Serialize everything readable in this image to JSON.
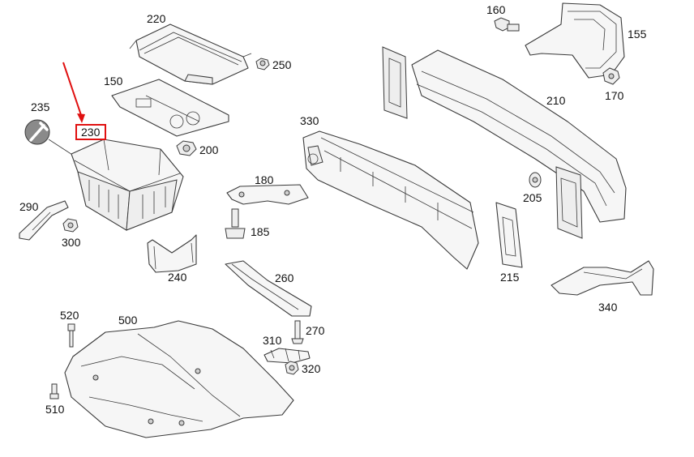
{
  "labels": {
    "p220": "220",
    "p250": "250",
    "p150": "150",
    "p235": "235",
    "p230": "230",
    "p200": "200",
    "p290": "290",
    "p300": "300",
    "p240": "240",
    "p180": "180",
    "p185": "185",
    "p330": "330",
    "p160": "160",
    "p155": "155",
    "p210": "210",
    "p170": "170",
    "p205": "205",
    "p215": "215",
    "p340": "340",
    "p260": "260",
    "p520": "520",
    "p500": "500",
    "p510": "510",
    "p310": "310",
    "p270": "270",
    "p320": "320"
  },
  "highlight": {
    "part": "230",
    "color": "#e01010"
  }
}
